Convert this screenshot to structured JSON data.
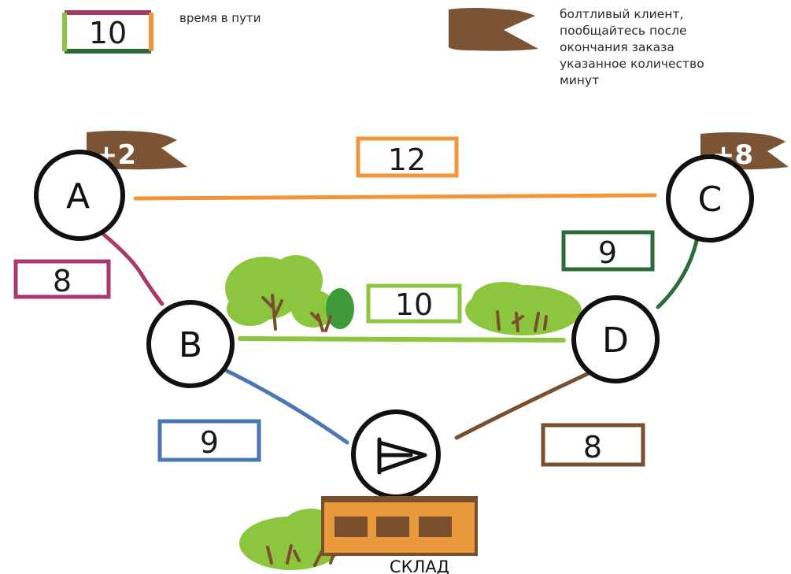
{
  "legend": {
    "time_box_value": "10",
    "time_label": "время в пути",
    "flag_label_lines": [
      "болтливый клиент,",
      "пообщайтесь после",
      "окончания заказа",
      "указанное количество",
      "минут"
    ]
  },
  "nodes": {
    "A": "A",
    "B": "B",
    "C": "C",
    "D": "D",
    "depot": "СКЛАД"
  },
  "edges": {
    "A_C": "12",
    "A_B": "8",
    "B_D": "10",
    "C_D": "9",
    "B_depot": "9",
    "D_depot": "8"
  },
  "flags": {
    "A": "+2",
    "C": "+8"
  },
  "colors": {
    "A_C": "#f0963a",
    "A_B": "#a8396a",
    "B_D": "#8cc63f",
    "C_D": "#2e6b3a",
    "B_depot": "#4a76b5",
    "D_depot": "#7a4f2e",
    "flag": "#7a5434",
    "building": "#e89a3c",
    "tree_light": "#8cc63f",
    "tree_dark": "#3f9a3a",
    "trunk": "#7a4f2e"
  }
}
